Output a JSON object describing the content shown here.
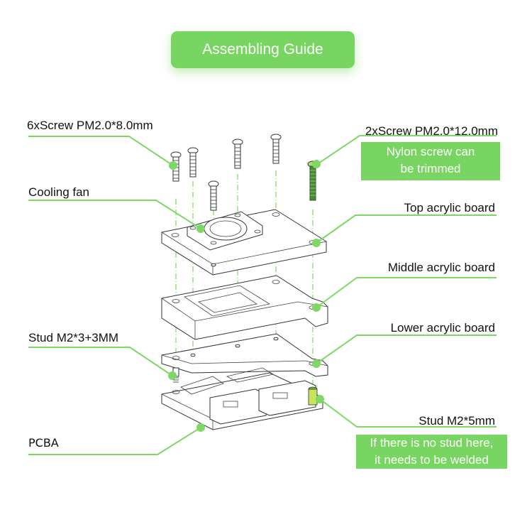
{
  "title": "Assembling Guide",
  "accent_color": "#79d561",
  "labels": {
    "screw_short": "6xScrew PM2.0*8.0mm",
    "screw_long": "2xScrew PM2.0*12.0mm",
    "cooling_fan": "Cooling fan",
    "top_board": "Top acrylic board",
    "middle_board": "Middle acrylic board",
    "lower_board": "Lower acrylic board",
    "stud_short": "Stud M2*3+3MM",
    "stud_long": "Stud M2*5mm",
    "pcba": "PCBA"
  },
  "notes": {
    "nylon_line1": "Nylon screw can",
    "nylon_line2": "be trimmed",
    "weld_line1": "If there is no stud here,",
    "weld_line2": "it needs to be welded"
  }
}
